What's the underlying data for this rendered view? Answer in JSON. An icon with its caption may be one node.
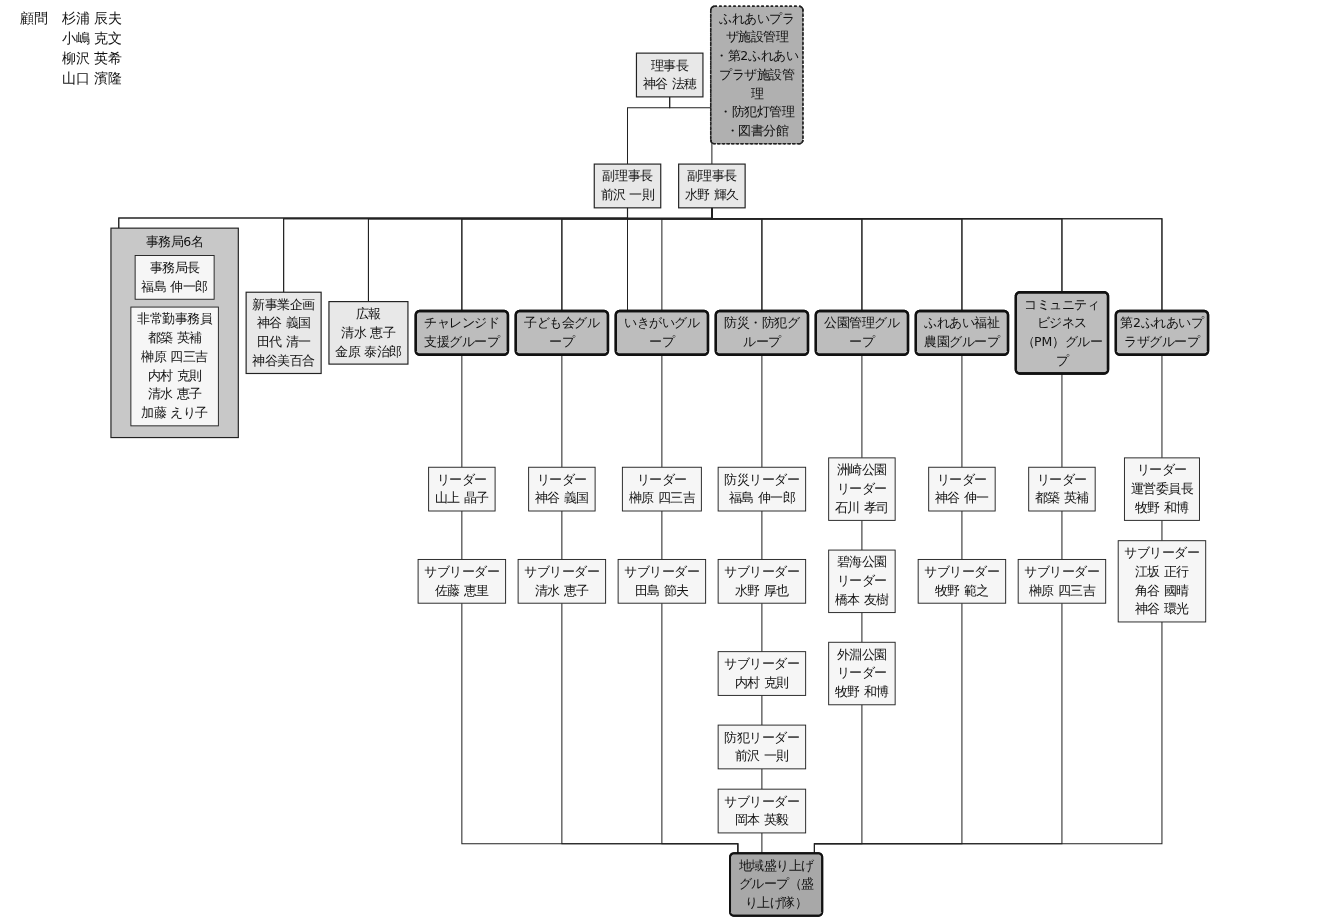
{
  "diagram": {
    "nodes": [
      {
        "text": [
          "理事長",
          "神谷 法穂"
        ]
      },
      {
        "text": [
          "副理事長",
          "前沢 一則"
        ]
      },
      {
        "text": [
          "副理事長",
          "水野 輝久"
        ]
      },
      {
        "text": [
          "新事業企画",
          "神谷 義国",
          "田代 清一",
          "神谷美百合"
        ]
      },
      {
        "text": [
          "広報",
          "清水 恵子",
          "金原 泰治郎"
        ]
      },
      {
        "text": [
          "事務局6名"
        ]
      },
      {
        "text": [
          "事務局長",
          "福島 伸一郎"
        ],
        "in": 5
      },
      {
        "text": [
          "非常勤事務員",
          "都築 英補",
          "榊原 四三吉",
          "内村 克則",
          "清水 恵子",
          "加藤 えり子"
        ],
        "in": 5
      },
      {
        "text": [
          "ふれあいプラザ施設管理",
          "・第2ふれあいプラザ施設管理",
          "・防犯灯管理",
          "・図書分館"
        ]
      },
      {
        "text": [
          "チャレンジド支援グループ"
        ]
      },
      {
        "text": [
          "子ども会グループ"
        ]
      },
      {
        "text": [
          "いきがいグループ"
        ]
      },
      {
        "text": [
          "防災・防犯グループ"
        ]
      },
      {
        "text": [
          "公園管理グループ"
        ]
      },
      {
        "text": [
          "ふれあい福祉農園グループ"
        ]
      },
      {
        "text": [
          "コミュニティビジネス（PM）グループ"
        ]
      },
      {
        "text": [
          "第2ふれあいプラザグループ"
        ]
      },
      {
        "text": [
          "リーダー",
          "山上 晶子"
        ]
      },
      {
        "text": [
          "サブリーダー",
          "佐藤 恵里"
        ]
      },
      {
        "text": [
          "リーダー",
          "神谷 義国"
        ]
      },
      {
        "text": [
          "サブリーダー",
          "清水 恵子"
        ]
      },
      {
        "text": [
          "リーダー",
          "榊原 四三吉"
        ]
      },
      {
        "text": [
          "サブリーダー",
          "田島 節夫"
        ]
      },
      {
        "text": [
          "防災リーダー",
          "福島 伸一郎"
        ]
      },
      {
        "text": [
          "サブリーダー",
          "水野 厚也"
        ]
      },
      {
        "text": [
          "サブリーダー",
          "内村 克則"
        ]
      },
      {
        "text": [
          "防犯リーダー",
          "前沢 一則"
        ]
      },
      {
        "text": [
          "サブリーダー",
          "岡本 英毅"
        ]
      },
      {
        "text": [
          "洲崎公園",
          "リーダー",
          "石川 孝司"
        ]
      },
      {
        "text": [
          "碧海公園",
          "リーダー",
          "橋本 友樹"
        ]
      },
      {
        "text": [
          "外淵公園",
          "リーダー",
          "牧野 和博"
        ]
      },
      {
        "text": [
          "リーダー",
          "神谷 伸一"
        ]
      },
      {
        "text": [
          "サブリーダー",
          "牧野 範之"
        ]
      },
      {
        "text": [
          "リーダー",
          "都築 英補"
        ]
      },
      {
        "text": [
          "サブリーダー",
          "榊原 四三吉"
        ]
      },
      {
        "text": [
          "リーダー",
          "運営委員長",
          "牧野 和博"
        ]
      },
      {
        "text": [
          "サブリーダー",
          "江坂 正行",
          "角谷 國晴",
          "神谷 環光"
        ]
      },
      {
        "text": [
          "地域盛り上げグループ（盛り上げ隊）"
        ]
      }
    ],
    "edges": [
      {
        "from": 0,
        "to": 1,
        "arrow": "none"
      },
      {
        "from": 0,
        "to": 2,
        "arrow": "none"
      },
      {
        "from": 1,
        "to": 3,
        "arrow": "none"
      },
      {
        "from": 1,
        "to": 4,
        "arrow": "none"
      },
      {
        "from": 1,
        "to": 5,
        "arrow": "none"
      },
      {
        "from": 1,
        "to": 9,
        "arrow": "none"
      },
      {
        "from": 1,
        "to": 10,
        "arrow": "none"
      },
      {
        "from": 1,
        "to": 11,
        "arrow": "none"
      },
      {
        "from": 1,
        "to": 12,
        "arrow": "none"
      },
      {
        "from": 1,
        "to": 13,
        "arrow": "none"
      },
      {
        "from": 1,
        "to": 14,
        "arrow": "none"
      },
      {
        "from": 1,
        "to": 15,
        "arrow": "none"
      },
      {
        "from": 1,
        "to": 16,
        "arrow": "none"
      },
      {
        "from": 2,
        "to": 3,
        "arrow": "none"
      },
      {
        "from": 2,
        "to": 4,
        "arrow": "none"
      },
      {
        "from": 2,
        "to": 5,
        "arrow": "none"
      },
      {
        "from": 2,
        "to": 9,
        "arrow": "none"
      },
      {
        "from": 2,
        "to": 10,
        "arrow": "none"
      },
      {
        "from": 2,
        "to": 11,
        "arrow": "none"
      },
      {
        "from": 2,
        "to": 12,
        "arrow": "none"
      },
      {
        "from": 2,
        "to": 13,
        "arrow": "none"
      },
      {
        "from": 2,
        "to": 14,
        "arrow": "none"
      },
      {
        "from": 2,
        "to": 15,
        "arrow": "none"
      },
      {
        "from": 2,
        "to": 16,
        "arrow": "none"
      },
      {
        "from": 9,
        "to": 17,
        "arrow": "none"
      },
      {
        "from": 17,
        "to": 18,
        "arrow": "none"
      },
      {
        "from": 18,
        "to": 37,
        "arrow": "none"
      },
      {
        "from": 10,
        "to": 19,
        "arrow": "none"
      },
      {
        "from": 19,
        "to": 20,
        "arrow": "none"
      },
      {
        "from": 20,
        "to": 37,
        "arrow": "none"
      },
      {
        "from": 11,
        "to": 21,
        "arrow": "none"
      },
      {
        "from": 21,
        "to": 22,
        "arrow": "none"
      },
      {
        "from": 22,
        "to": 37,
        "arrow": "none"
      },
      {
        "from": 12,
        "to": 23,
        "arrow": "none"
      },
      {
        "from": 23,
        "to": 24,
        "arrow": "none"
      },
      {
        "from": 24,
        "to": 25,
        "arrow": "none"
      },
      {
        "from": 25,
        "to": 26,
        "arrow": "none"
      },
      {
        "from": 26,
        "to": 27,
        "arrow": "none"
      },
      {
        "from": 27,
        "to": 37,
        "arrow": "none"
      },
      {
        "from": 13,
        "to": 28,
        "arrow": "none"
      },
      {
        "from": 28,
        "to": 29,
        "arrow": "none"
      },
      {
        "from": 29,
        "to": 30,
        "arrow": "none"
      },
      {
        "from": 30,
        "to": 37,
        "arrow": "none"
      },
      {
        "from": 14,
        "to": 31,
        "arrow": "none"
      },
      {
        "from": 31,
        "to": 32,
        "arrow": "none"
      },
      {
        "from": 32,
        "to": 37,
        "arrow": "none"
      },
      {
        "from": 15,
        "to": 33,
        "arrow": "none"
      },
      {
        "from": 33,
        "to": 34,
        "arrow": "none"
      },
      {
        "from": 34,
        "to": 37,
        "arrow": "none"
      },
      {
        "from": 16,
        "to": 35,
        "arrow": "none"
      },
      {
        "from": 35,
        "to": 36,
        "arrow": "none"
      },
      {
        "from": 36,
        "to": 37,
        "arrow": "none"
      }
    ],
    "labels": [
      "顧問",
      "杉浦 辰夫",
      "小嶋 克文",
      "柳沢 英希",
      "山口 濱隆"
    ]
  }
}
